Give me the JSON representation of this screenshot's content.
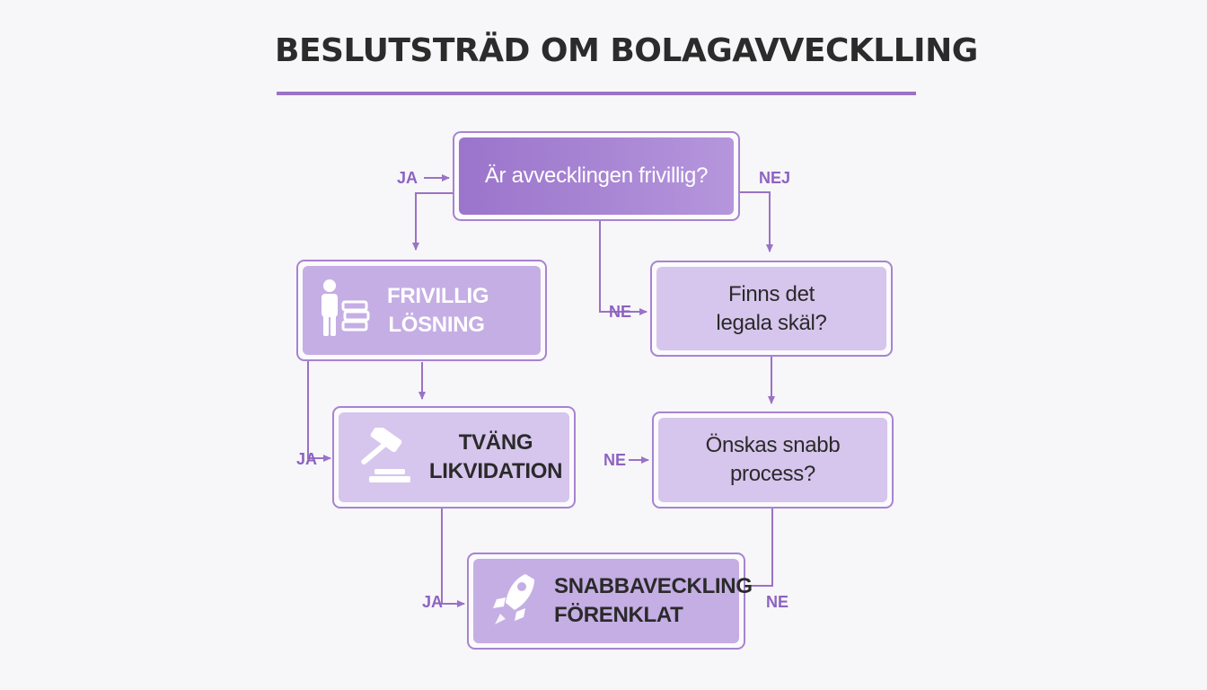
{
  "title": "BESLUTSTRÄD OM BOLAGAVVECKLLING",
  "nodes": {
    "question_voluntary": "Är avvecklingen frivillig?",
    "voluntary_solution": "FRIVILLIG LÖSNING",
    "legal_reasons": "Finns det legala skäl?",
    "forced_liquidation": "TVÄNG LIKVIDATION",
    "fast_process": "Önskas snabb process?",
    "fast_track": "SNABBAVECKLING FÖRENKLAT"
  },
  "edge_labels": {
    "ja_top": "JA",
    "nej_top": "NEJ",
    "ne_legal": "NE",
    "ja_forced": "JA",
    "ne_fast": "NE",
    "ja_snabb": "JA",
    "ne_snabb": "NE"
  },
  "colors": {
    "accent": "#9a72c6",
    "node_fill": "#cdb7e8",
    "node_fill_dark": "#9b74cb",
    "text": "#2b2b2b"
  },
  "icons": [
    "person-documents-icon",
    "gavel-icon",
    "rocket-icon"
  ]
}
